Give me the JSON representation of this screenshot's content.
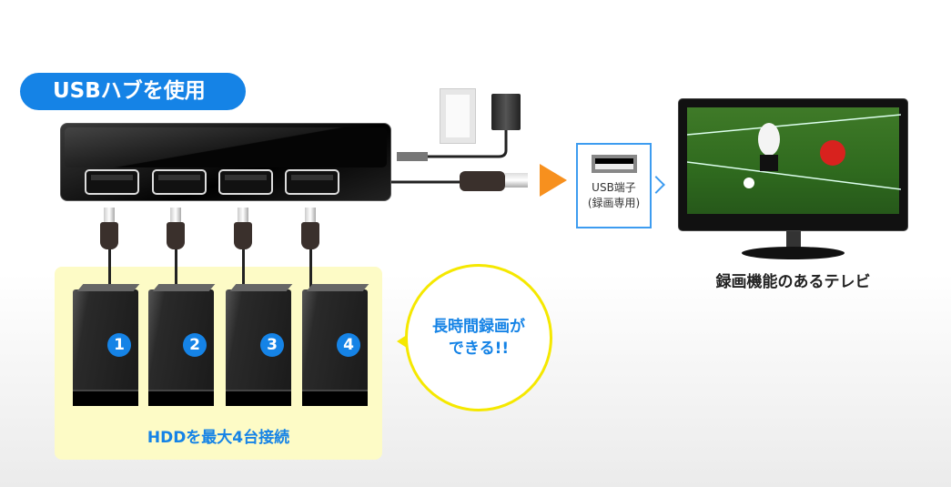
{
  "title_badge": "USBハブを使用",
  "hdd_numbers": [
    "1",
    "2",
    "3",
    "4"
  ],
  "hdd_label": "HDDを最大4台接続",
  "bubble": {
    "line1": "長時間録画が",
    "line2": "できる!!"
  },
  "port_box": {
    "line1": "USB端子",
    "line2": "(録画専用)"
  },
  "tv_label": "録画機能のあるテレビ",
  "colors": {
    "accent_blue": "#1583e6",
    "yellow_box": "#fdfbc6",
    "arrow_orange": "#f7901e"
  }
}
